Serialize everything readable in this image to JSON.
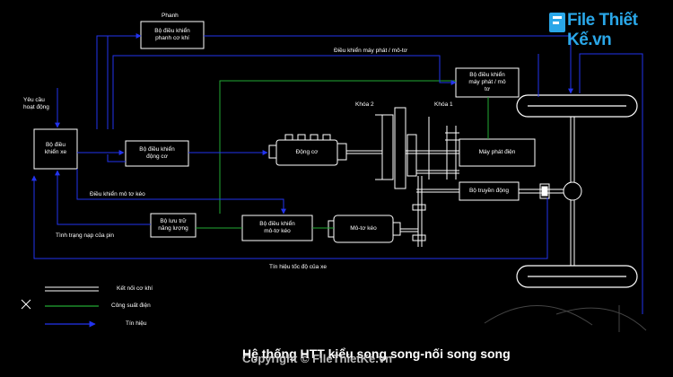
{
  "blocks": {
    "brake_controller": "Bộ điều khiển\nphanh cơ khí",
    "vehicle_controller": "Bộ điều\nkhiển xe",
    "engine_controller": "Bộ điều khiển\nđộng cơ",
    "engine": "Động cơ",
    "generator": "Máy phát điện",
    "generator_motor_controller": "Bộ điều khiển\nmáy phát / mô\ntơ",
    "transmission": "Bộ truyền động",
    "energy_storage": "Bộ lưu trữ\nnăng lượng",
    "motor_controller": "Bộ điều khiển\nmô-tơ kéo",
    "motor": "Mô-tơ kéo"
  },
  "labels": {
    "brake": "Phanh",
    "driver_request": "Yêu cầu\nhoạt động",
    "gen_motor_control": "Điều khiển máy phát / mô-tơ",
    "clutch_2": "Khóa 2",
    "clutch_1": "Khóa 1",
    "motor_control": "Điều khiển mô tơ kéo",
    "charge_state": "Tình trạng nạp của pin",
    "speed_signal": "Tín hiệu tốc độ của xe"
  },
  "legend": {
    "mechanical": "Kết nối cơ khí",
    "electrical": "Công suất điện",
    "signal": "Tín hiệu"
  },
  "logo": "File Thiết Kế.vn",
  "caption": "Hệ thống HTT kiểu song song-nối song song",
  "copyright": "Copyright © FileThietKe.vn",
  "colors": {
    "signal": "#2233ee",
    "electrical": "#22aa33",
    "mechanical": "#ffffff",
    "logo": "#2aa7e8"
  }
}
